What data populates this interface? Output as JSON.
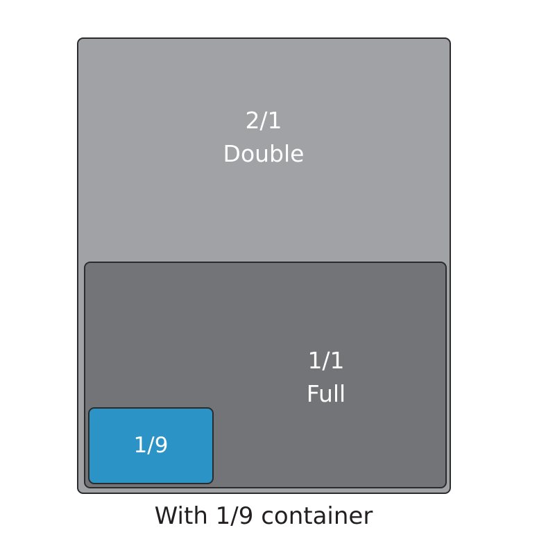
{
  "pans": {
    "double": {
      "fraction": "2/1",
      "name": "Double",
      "color": "#a0a2a5"
    },
    "full": {
      "fraction": "1/1",
      "name": "Full",
      "color": "#727477"
    },
    "ninth": {
      "fraction": "1/9",
      "color": "#2b93c6"
    }
  },
  "caption": "With 1/9 container"
}
